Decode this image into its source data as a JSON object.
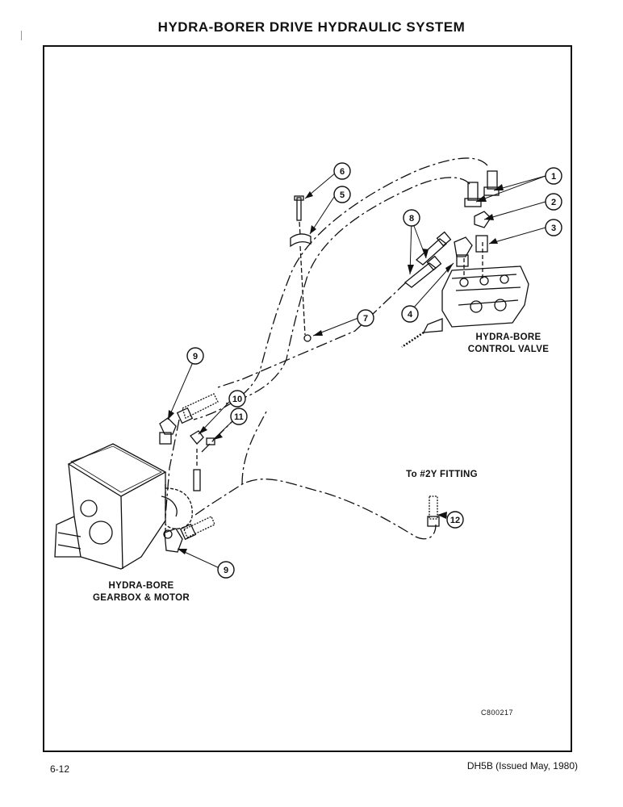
{
  "title": "HYDRA-BORER DRIVE HYDRAULIC SYSTEM",
  "labels": {
    "control_valve_line1": "HYDRA-BORE",
    "control_valve_line2": "CONTROL VALVE",
    "gearbox_line1": "HYDRA-BORE",
    "gearbox_line2": "GEARBOX & MOTOR",
    "fitting": "To #2Y FITTING"
  },
  "callouts": [
    "1",
    "2",
    "3",
    "4",
    "5",
    "6",
    "7",
    "8",
    "9",
    "10",
    "11",
    "12",
    "9"
  ],
  "drawing_code": "C800217",
  "footer": {
    "page_number": "6-12",
    "document_info": "DH5B (Issued May, 1980)"
  }
}
